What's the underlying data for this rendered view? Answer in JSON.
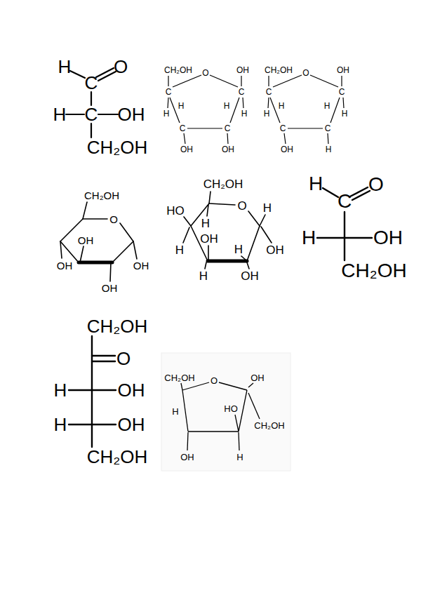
{
  "diagram": {
    "labels": [
      "H",
      "C",
      "O",
      "H",
      "C",
      "OH",
      "CH₂OH",
      "CH₂OH",
      "O",
      "OH",
      "C",
      "C",
      "H",
      "H",
      "H",
      "H",
      "C",
      "C",
      "OH",
      "OH",
      "CH₂OH",
      "O",
      "OH",
      "C",
      "C",
      "H",
      "H",
      "H",
      "H",
      "C",
      "C",
      "OH",
      "H",
      "CH₂OH",
      "O",
      "OH",
      "OH",
      "OH",
      "OH",
      "CH₂OH",
      "HO",
      "H",
      "O",
      "H",
      "OH",
      "H",
      "H",
      "OH",
      "H",
      "OH",
      "H",
      "C",
      "O",
      "H",
      "OH",
      "CH₂OH",
      "CH₂OH",
      "O",
      "H",
      "OH",
      "H",
      "OH",
      "CH₂OH",
      "CH₂OH",
      "O",
      "OH",
      "H",
      "HO",
      "CH₂OH",
      "OH",
      "H"
    ]
  }
}
